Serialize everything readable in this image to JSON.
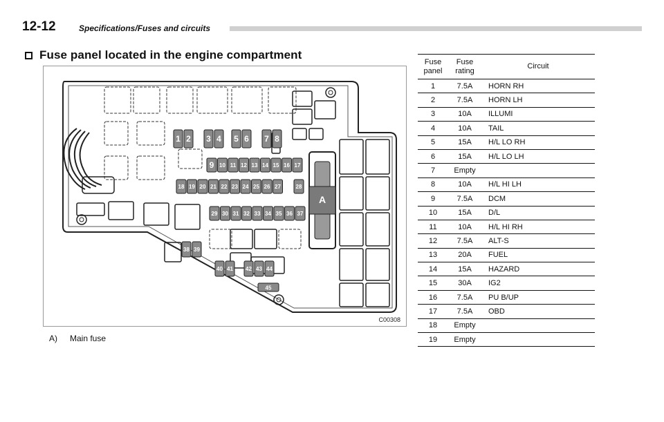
{
  "header": {
    "page_number": "12-12",
    "section": "Specifications/Fuses and circuits"
  },
  "heading": "Fuse panel located in the engine compartment",
  "figure": {
    "code": "C00308",
    "main_fuse_label": "A",
    "fuse_numbers": [
      "1",
      "2",
      "3",
      "4",
      "5",
      "6",
      "7",
      "8",
      "9",
      "10",
      "11",
      "12",
      "13",
      "14",
      "15",
      "16",
      "17",
      "18",
      "19",
      "20",
      "21",
      "22",
      "23",
      "24",
      "25",
      "26",
      "27",
      "28",
      "29",
      "30",
      "31",
      "32",
      "33",
      "34",
      "35",
      "36",
      "37",
      "38",
      "39",
      "40",
      "41",
      "42",
      "43",
      "44",
      "45"
    ]
  },
  "caption": {
    "label": "A)",
    "text": "Main fuse"
  },
  "table": {
    "headers": {
      "panel": "Fuse panel",
      "rating": "Fuse rating",
      "circuit": "Circuit"
    },
    "rows": [
      {
        "panel": "1",
        "rating": "7.5A",
        "circuit": "HORN RH"
      },
      {
        "panel": "2",
        "rating": "7.5A",
        "circuit": "HORN LH"
      },
      {
        "panel": "3",
        "rating": "10A",
        "circuit": "ILLUMI"
      },
      {
        "panel": "4",
        "rating": "10A",
        "circuit": "TAIL"
      },
      {
        "panel": "5",
        "rating": "15A",
        "circuit": "H/L LO RH"
      },
      {
        "panel": "6",
        "rating": "15A",
        "circuit": "H/L LO LH"
      },
      {
        "panel": "7",
        "rating": "Empty",
        "circuit": ""
      },
      {
        "panel": "8",
        "rating": "10A",
        "circuit": "H/L HI LH"
      },
      {
        "panel": "9",
        "rating": "7.5A",
        "circuit": "DCM"
      },
      {
        "panel": "10",
        "rating": "15A",
        "circuit": "D/L"
      },
      {
        "panel": "11",
        "rating": "10A",
        "circuit": "H/L HI RH"
      },
      {
        "panel": "12",
        "rating": "7.5A",
        "circuit": "ALT-S"
      },
      {
        "panel": "13",
        "rating": "20A",
        "circuit": "FUEL"
      },
      {
        "panel": "14",
        "rating": "15A",
        "circuit": "HAZARD"
      },
      {
        "panel": "15",
        "rating": "30A",
        "circuit": "IG2"
      },
      {
        "panel": "16",
        "rating": "7.5A",
        "circuit": "PU B/UP"
      },
      {
        "panel": "17",
        "rating": "7.5A",
        "circuit": "OBD"
      },
      {
        "panel": "18",
        "rating": "Empty",
        "circuit": ""
      },
      {
        "panel": "19",
        "rating": "Empty",
        "circuit": ""
      }
    ]
  }
}
